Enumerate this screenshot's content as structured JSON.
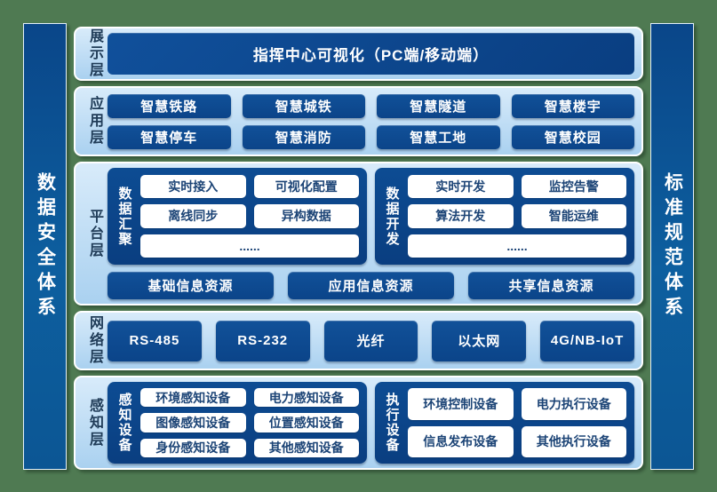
{
  "colors": {
    "background_green": "#4f7a52",
    "panel_light_blue": "#b9d9f3",
    "dark_blue": "#0d4c94",
    "group_navy": "#0a3e80",
    "white_box_text": "#1c4476"
  },
  "sidebar_left": {
    "label": "数据安全体系"
  },
  "sidebar_right": {
    "label": "标准规范体系"
  },
  "display_layer": {
    "label": "展示层",
    "box": "指挥中心可视化（PC端/移动端）"
  },
  "application_layer": {
    "label": "应用层",
    "boxes": [
      [
        "智慧铁路",
        "智慧城铁",
        "智慧隧道",
        "智慧楼宇"
      ],
      [
        "智慧停车",
        "智慧消防",
        "智慧工地",
        "智慧校园"
      ]
    ]
  },
  "platform_layer": {
    "label": "平台层",
    "aggregation": {
      "label": "数据汇聚",
      "boxes": [
        [
          "实时接入",
          "可视化配置"
        ],
        [
          "离线同步",
          "异构数据"
        ]
      ],
      "more": "......"
    },
    "development": {
      "label": "数据开发",
      "boxes": [
        [
          "实时开发",
          "监控告警"
        ],
        [
          "算法开发",
          "智能运维"
        ]
      ],
      "more": "......"
    },
    "resources": [
      "基础信息资源",
      "应用信息资源",
      "共享信息资源"
    ]
  },
  "network_layer": {
    "label": "网络层",
    "boxes": [
      "RS-485",
      "RS-232",
      "光纤",
      "以太网",
      "4G/NB-IoT"
    ]
  },
  "perception_layer": {
    "label": "感知层",
    "sensing": {
      "label": "感知设备",
      "boxes": [
        [
          "环境感知设备",
          "电力感知设备"
        ],
        [
          "图像感知设备",
          "位置感知设备"
        ],
        [
          "身份感知设备",
          "其他感知设备"
        ]
      ]
    },
    "execution": {
      "label": "执行设备",
      "boxes": [
        [
          "环境控制设备",
          "电力执行设备"
        ],
        [
          "信息发布设备",
          "其他执行设备"
        ]
      ]
    }
  }
}
